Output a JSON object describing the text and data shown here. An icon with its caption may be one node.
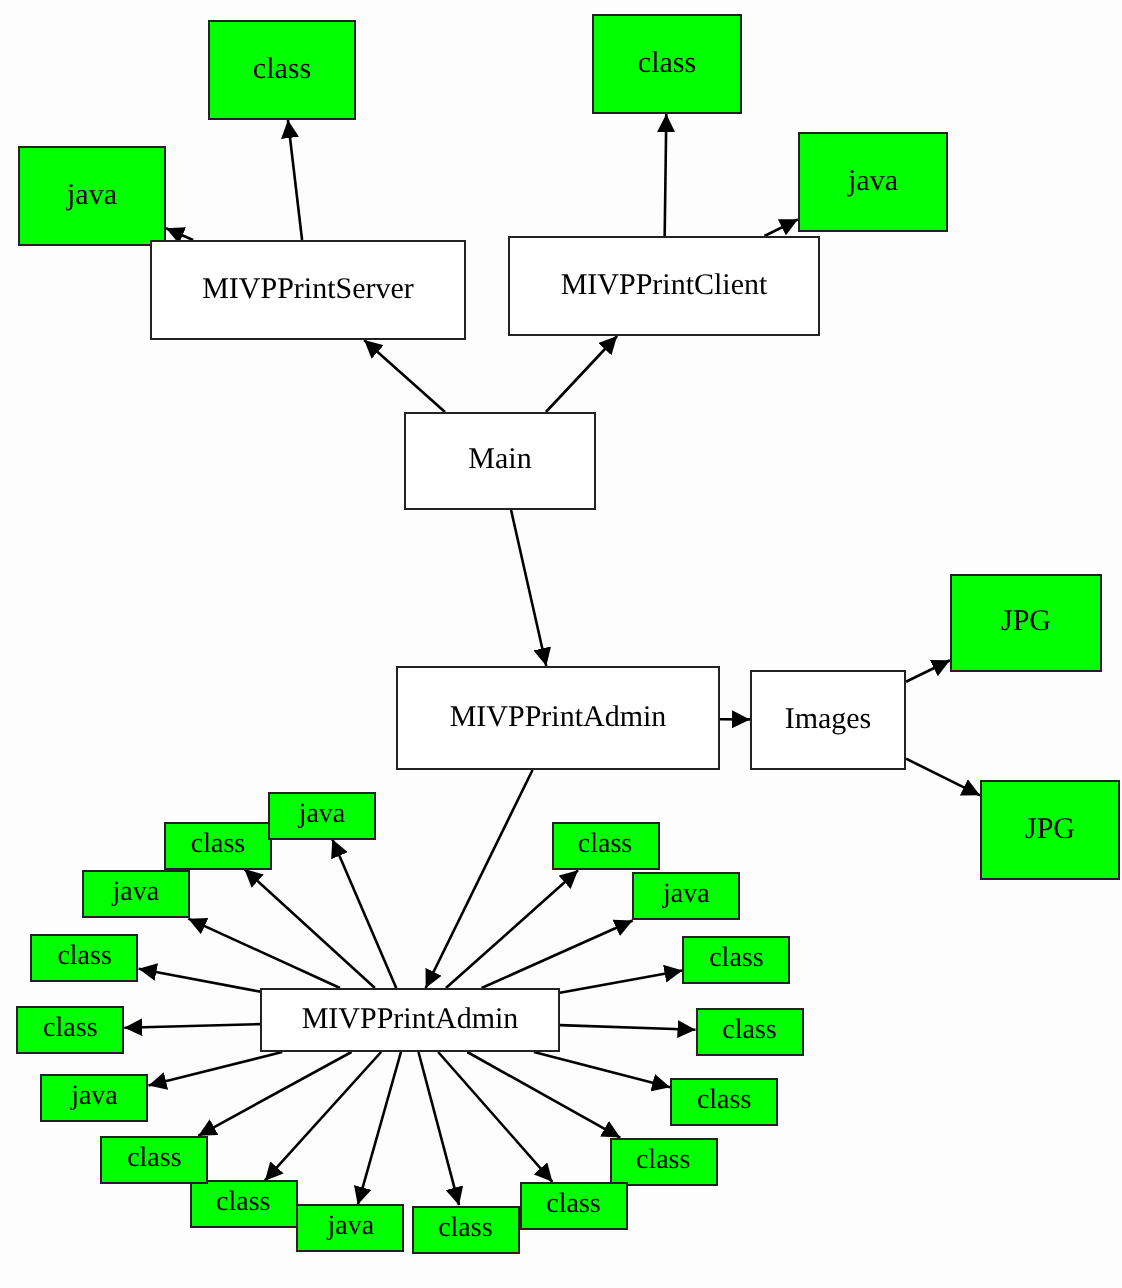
{
  "diagram": {
    "nodes": [
      {
        "text": [
          "class"
        ]
      },
      {
        "text": [
          "class"
        ]
      },
      {
        "text": [
          "java"
        ]
      },
      {
        "text": [
          "java"
        ]
      },
      {
        "text": [
          "MIVPPrintServer"
        ]
      },
      {
        "text": [
          "MIVPPrintClient"
        ]
      },
      {
        "text": [
          "Main"
        ]
      },
      {
        "text": [
          "JPG"
        ]
      },
      {
        "text": [
          "MIVPPrintAdmin"
        ]
      },
      {
        "text": [
          "Images"
        ]
      },
      {
        "text": [
          "JPG"
        ]
      },
      {
        "text": [
          "MIVPPrintAdmin"
        ]
      },
      {
        "text": [
          "class"
        ]
      },
      {
        "text": [
          "java"
        ]
      },
      {
        "text": [
          "class"
        ]
      },
      {
        "text": [
          "class"
        ]
      },
      {
        "text": [
          "class"
        ]
      },
      {
        "text": [
          "class"
        ]
      },
      {
        "text": [
          "class"
        ]
      },
      {
        "text": [
          "class"
        ]
      },
      {
        "text": [
          "java"
        ]
      },
      {
        "text": [
          "class"
        ]
      },
      {
        "text": [
          "class"
        ]
      },
      {
        "text": [
          "java"
        ]
      },
      {
        "text": [
          "class"
        ]
      },
      {
        "text": [
          "class"
        ]
      },
      {
        "text": [
          "java"
        ]
      },
      {
        "text": [
          "class"
        ]
      },
      {
        "text": [
          "java"
        ]
      }
    ],
    "edges": [
      {
        "from": 4,
        "to": 0,
        "arrow": "to"
      },
      {
        "from": 4,
        "to": 2,
        "arrow": "to"
      },
      {
        "from": 5,
        "to": 1,
        "arrow": "to"
      },
      {
        "from": 5,
        "to": 3,
        "arrow": "to"
      },
      {
        "from": 6,
        "to": 4,
        "arrow": "to"
      },
      {
        "from": 6,
        "to": 5,
        "arrow": "to"
      },
      {
        "from": 6,
        "to": 8,
        "arrow": "to"
      },
      {
        "from": 8,
        "to": 9,
        "arrow": "to"
      },
      {
        "from": 9,
        "to": 7,
        "arrow": "to"
      },
      {
        "from": 9,
        "to": 10,
        "arrow": "to"
      },
      {
        "from": 8,
        "to": 11,
        "arrow": "to"
      },
      {
        "from": 11,
        "to": 12,
        "arrow": "to"
      },
      {
        "from": 11,
        "to": 13,
        "arrow": "to"
      },
      {
        "from": 11,
        "to": 14,
        "arrow": "to"
      },
      {
        "from": 11,
        "to": 15,
        "arrow": "to"
      },
      {
        "from": 11,
        "to": 16,
        "arrow": "to"
      },
      {
        "from": 11,
        "to": 17,
        "arrow": "to"
      },
      {
        "from": 11,
        "to": 18,
        "arrow": "to"
      },
      {
        "from": 11,
        "to": 19,
        "arrow": "to"
      },
      {
        "from": 11,
        "to": 20,
        "arrow": "to"
      },
      {
        "from": 11,
        "to": 21,
        "arrow": "to"
      },
      {
        "from": 11,
        "to": 22,
        "arrow": "to"
      },
      {
        "from": 11,
        "to": 23,
        "arrow": "to"
      },
      {
        "from": 11,
        "to": 24,
        "arrow": "to"
      },
      {
        "from": 11,
        "to": 25,
        "arrow": "to"
      },
      {
        "from": 11,
        "to": 26,
        "arrow": "to"
      },
      {
        "from": 11,
        "to": 27,
        "arrow": "to"
      },
      {
        "from": 11,
        "to": 28,
        "arrow": "to"
      }
    ]
  }
}
